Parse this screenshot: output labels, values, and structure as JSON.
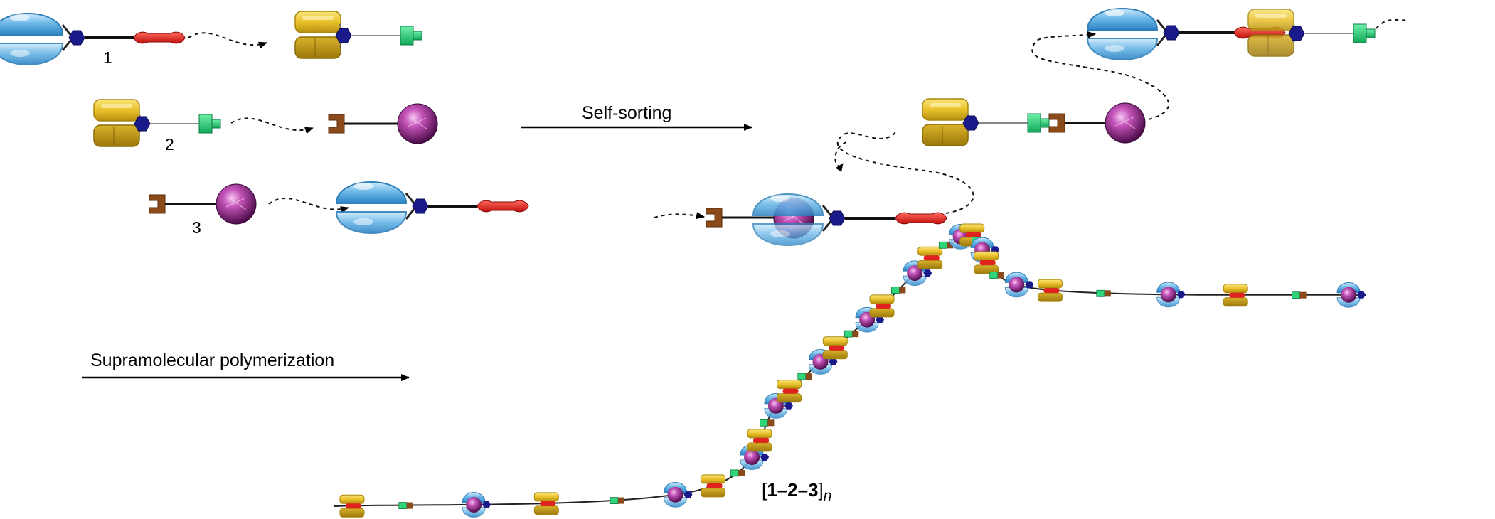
{
  "labels": {
    "monomer_1": "1",
    "monomer_2": "2",
    "monomer_3": "3",
    "step_1_arrow": "Self-sorting",
    "step_2_arrow": "Supramolecular polymerization",
    "polymer_open_bracket": "[",
    "polymer_bold_part": "1–2–3",
    "polymer_close_bracket": "]",
    "polymer_subscript": "n"
  },
  "colors": {
    "crown_host": "#5aaee0",
    "crown_host_edge": "#2f7fb8",
    "pillar_host": "#e7c02a",
    "pillar_host_edge": "#a8870d",
    "hexagon_branch": "#1b1a8a",
    "red_guest": "#e0231f",
    "green_guest": "#2fd67a",
    "brown_ammonium": "#8a4a1a",
    "purple_sphere": "#9a2d8a",
    "arrow": "#000000"
  },
  "icons": [
    "crown-ether-host-icon",
    "pillararene-host-icon",
    "hexagon-branch-icon",
    "red-guest-icon",
    "green-guest-icon",
    "brown-ammonium-icon",
    "purple-sphere-icon"
  ]
}
